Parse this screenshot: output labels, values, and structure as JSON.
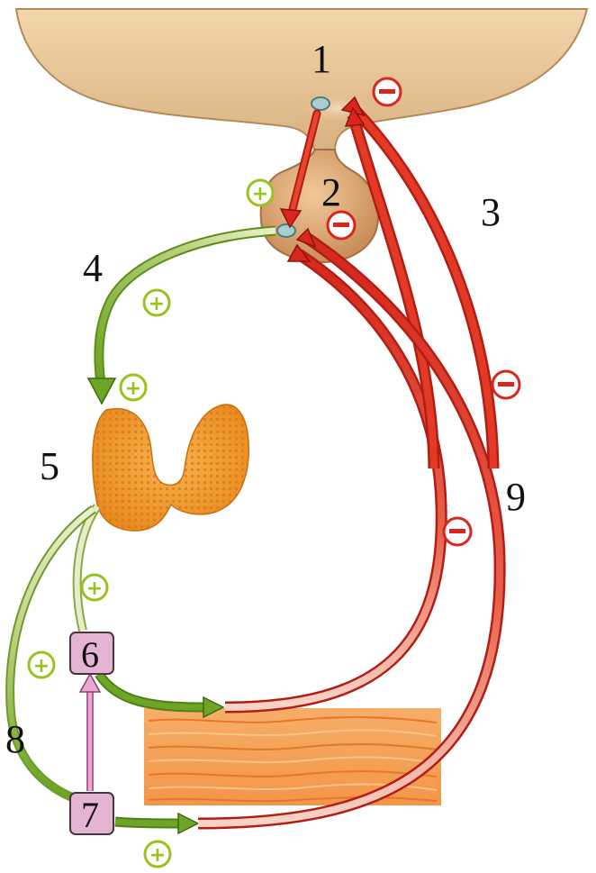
{
  "labels": {
    "n1": "1",
    "n2": "2",
    "n3": "3",
    "n4": "4",
    "n5": "5",
    "n6": "6",
    "n7": "7",
    "n8": "8",
    "n9": "9"
  },
  "signs": {
    "plus": "+",
    "minus": "−"
  },
  "colors": {
    "brain": "#e6c79b",
    "pituitary": "#d9ad7f",
    "thyroid": "#f29c3a",
    "tissue": "#f4a45a",
    "box": "#e4b5d3",
    "stimulatory_arrow": "#6fa526",
    "inhibitory_arrow": "#d9261c",
    "plus_sign": "#9ac21c",
    "minus_sign": "#d9261c",
    "pink_arrow": "#d98cbf"
  }
}
